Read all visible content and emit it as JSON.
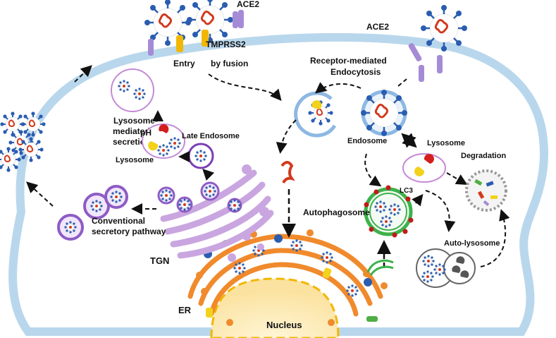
{
  "labels": {
    "ace2_left": "ACE2",
    "tmprss2": "TMPRSS2",
    "entry": "Entry",
    "by_fusion": "by fusion",
    "ace2_right": "ACE2",
    "rme_line1": "Receptor-mediated",
    "rme_line2": "Endocytosis",
    "lysosome_mediated_1": "Lysosome-",
    "lysosome_mediated_2": "mediated",
    "lysosome_mediated_3": "secretion",
    "ph": "pH",
    "late_endosome": "Late Endosome",
    "lysosome_left": "Lysosome",
    "endosome": "Endosome",
    "lysosome_right": "Lysosome",
    "degradation": "Degradation",
    "lc3": "LC3",
    "autophagosome": "Autophagosome",
    "auto_lysosome": "Auto-lysosome",
    "conventional_1": "Conventional",
    "conventional_2": "secretory pathway",
    "tgn": "TGN",
    "er": "ER",
    "nucleus": "Nucleus"
  },
  "colors": {
    "membrane": "#b9d7ec",
    "virus_spike": "#2a5db0",
    "virus_rna": "#d23a1e",
    "ace2": "#a58bd6",
    "tmprss2": "#f2b705",
    "golgi": "#c9a6e0",
    "er": "#f08a2c",
    "nucleus": "#fbe8b0",
    "autophagosome": "#3cb24a"
  }
}
